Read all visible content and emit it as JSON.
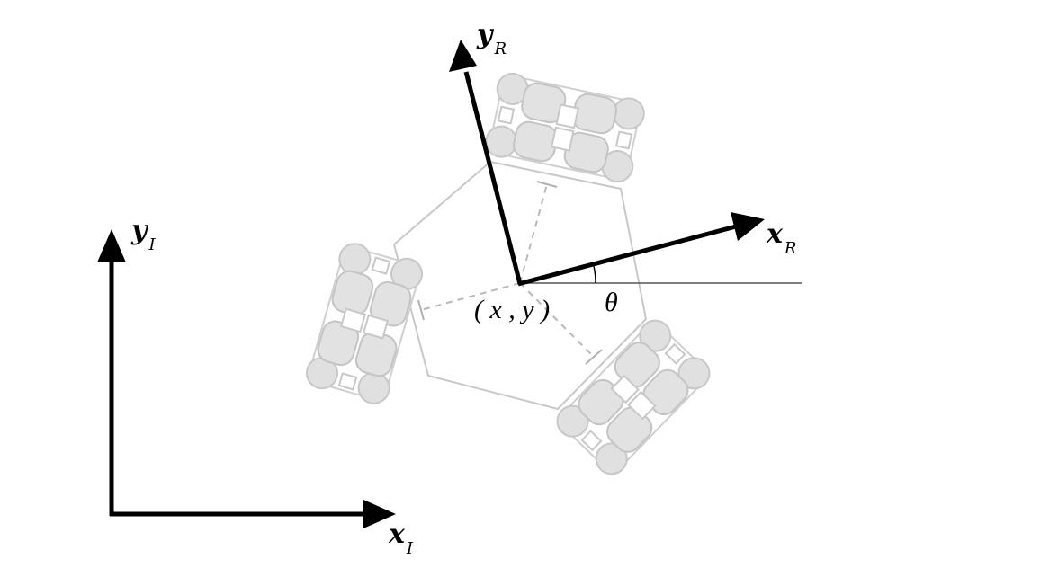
{
  "labels": {
    "inertial_x": {
      "main": "x",
      "sub": "I"
    },
    "inertial_y": {
      "main": "y",
      "sub": "I"
    },
    "robot_x": {
      "main": "x",
      "sub": "R"
    },
    "robot_y": {
      "main": "y",
      "sub": "R"
    },
    "position": "( x , y )",
    "angle": "θ"
  },
  "colors": {
    "axis": "#000000",
    "robot_body": "#c8c8c8",
    "wheel_fill": "#e2e2e2",
    "wheel_stroke": "#cfcfcf",
    "reference_line": "#555555"
  }
}
